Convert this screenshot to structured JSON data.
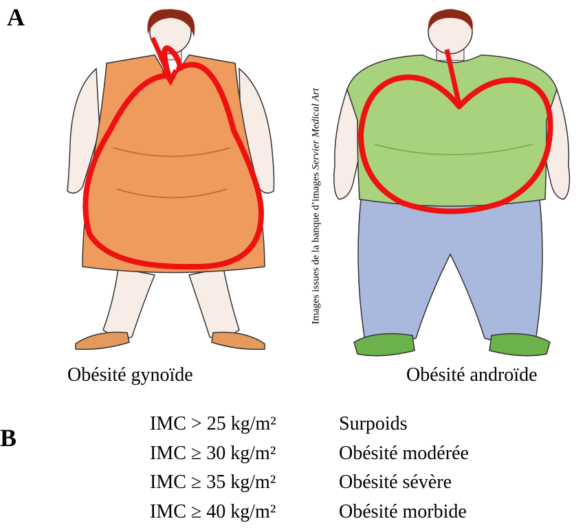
{
  "panel_a": {
    "letter": "A",
    "left_caption": "Obésité gynoïde",
    "right_caption": "Obésité androïde",
    "credit_prefix": "Images issues de la banque d’images ",
    "credit_brand": "Servier Medical Art"
  },
  "panel_b": {
    "letter": "B",
    "rows": [
      {
        "range": "IMC > 25 kg/m²",
        "label": "Surpoids"
      },
      {
        "range": "IMC ≥ 30 kg/m²",
        "label": "Obésité modérée"
      },
      {
        "range": "IMC ≥ 35 kg/m²",
        "label": "Obésité sévère"
      },
      {
        "range": "IMC ≥ 40 kg/m²",
        "label": "Obésité morbide"
      }
    ]
  },
  "colors": {
    "dress": "#ef9b5e",
    "shirt": "#a8d27d",
    "pants": "#a9b9dd",
    "skin": "#f8ece6",
    "hair": "#8a2a16",
    "shoes_left": "#e59a5c",
    "shoes_right": "#6cb24a",
    "outline_red": "#ee1111"
  },
  "icons": [
    "gynoid-figure-illustration",
    "android-figure-illustration",
    "pear-shape-outline",
    "apple-shape-outline"
  ]
}
